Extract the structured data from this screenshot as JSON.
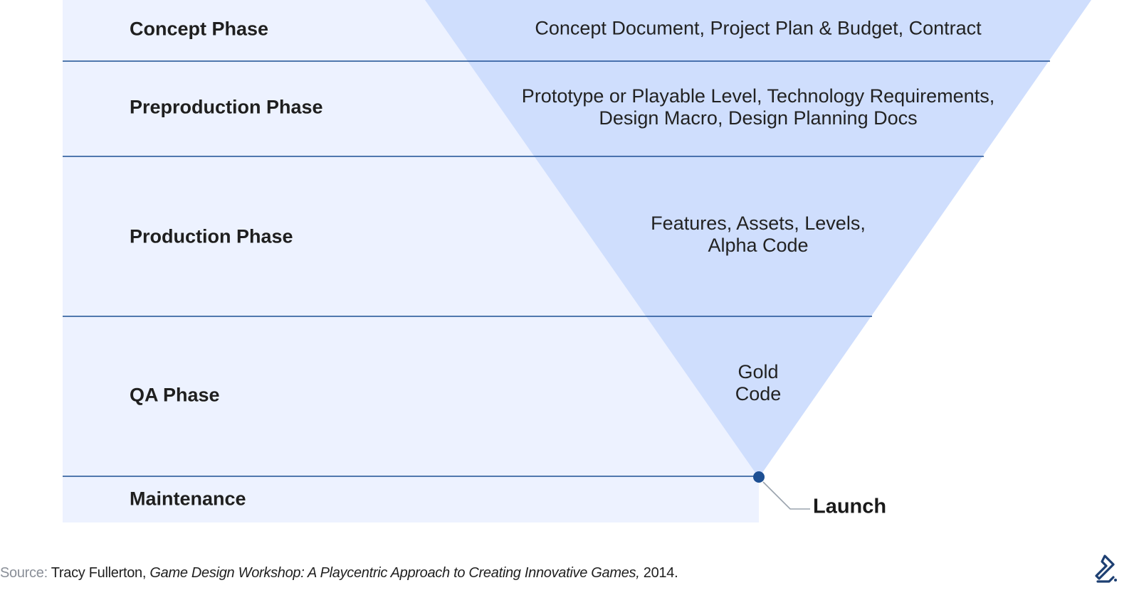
{
  "phases": [
    {
      "label": "Concept Phase",
      "deliverables": [
        "Concept Document, Project Plan & Budget, Contract"
      ]
    },
    {
      "label": "Preproduction Phase",
      "deliverables": [
        "Prototype or Playable Level, Technology Requirements,",
        "Design Macro, Design Planning Docs"
      ]
    },
    {
      "label": "Production Phase",
      "deliverables": [
        "Features, Assets, Levels,",
        "Alpha Code"
      ]
    },
    {
      "label": "QA Phase",
      "deliverables": [
        "Gold",
        "Code"
      ]
    },
    {
      "label": "Maintenance",
      "deliverables": []
    }
  ],
  "launch_label": "Launch",
  "source": {
    "prefix": "Source:",
    "author": "Tracy Fullerton,",
    "title": "Game Design Workshop: A Playcentric Approach to Creating Innovative Games,",
    "year": "2014."
  },
  "colors": {
    "band_fill": "#edf2ff",
    "funnel_fill": "#cfdefd",
    "divider": "#1d4f93",
    "launch_dot": "#1d4f93",
    "leader_line": "#9aa3ad",
    "logo": "#1d3f72"
  },
  "icons": {
    "logo": "toptal-logo-icon"
  }
}
